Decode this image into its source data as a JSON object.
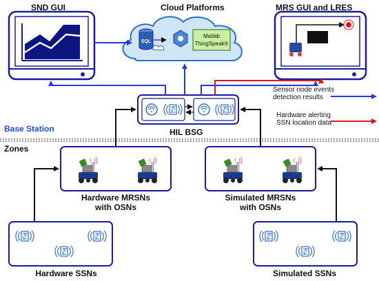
{
  "snd_gui": {
    "title": "SND GUI"
  },
  "cloud": {
    "title": "Cloud Platforms",
    "sql_label": "SQL",
    "matlab_label": "Matlab",
    "thingspeak_label": "ThingSpeak®"
  },
  "mrs_gui": {
    "title": "MRS GUI and LRES"
  },
  "hil_bsg": {
    "label": "HIL BSG"
  },
  "base_station": {
    "label": "Base Station"
  },
  "zones": {
    "label": "Zones"
  },
  "legend": {
    "blue_line1": "Sensor node events",
    "blue_line2": "detection results",
    "red_line1": "Hardware alerting",
    "red_line2": "SSN location data",
    "blue_color": "#2438e8",
    "red_color": "#e8141c"
  },
  "hardware_mrsns": {
    "line1": "Hardware MRSNs",
    "line2": "with OSNs"
  },
  "simulated_mrsns": {
    "line1": "Simulated MRSNs",
    "line2": "with OSNs"
  },
  "hardware_ssns": {
    "label": "Hardware SSNs"
  },
  "simulated_ssns": {
    "label": "Simulated SSNs"
  },
  "colors": {
    "frame": "#1a1aa0",
    "screen_fill": "#0d1580",
    "cloud_fill": "#cfe6f8",
    "node_icon": "#2f6fd0"
  }
}
